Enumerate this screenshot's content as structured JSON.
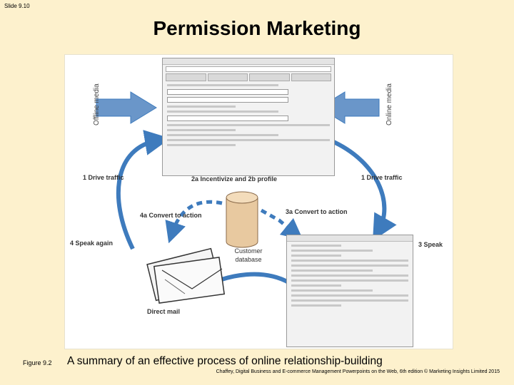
{
  "slide_number": "Slide 9.10",
  "title": "Permission Marketing",
  "labels": {
    "offline_media": "Offline media",
    "online_media": "Online media",
    "drive_traffic_left": "1 Drive traffic",
    "drive_traffic_right": "1 Drive traffic",
    "incentivize": "2a Incentivize and 2b profile",
    "convert_left": "4a Convert to action",
    "convert_right": "3a Convert to action",
    "speak_again": "4 Speak again",
    "speak": "3 Speak",
    "database_line1": "Customer",
    "database_line2": "database",
    "direct_mail": "Direct mail"
  },
  "figure_label": "Figure 9.2",
  "caption": "A summary of an effective process of online relationship-building",
  "credit": "Chaffey, Digital Business and E-commerce Management Powerpoints on the Web, 6th edition © Marketing Insights Limited 2015",
  "colors": {
    "background": "#fdf1cd",
    "arrow": "#3e7bbd"
  }
}
